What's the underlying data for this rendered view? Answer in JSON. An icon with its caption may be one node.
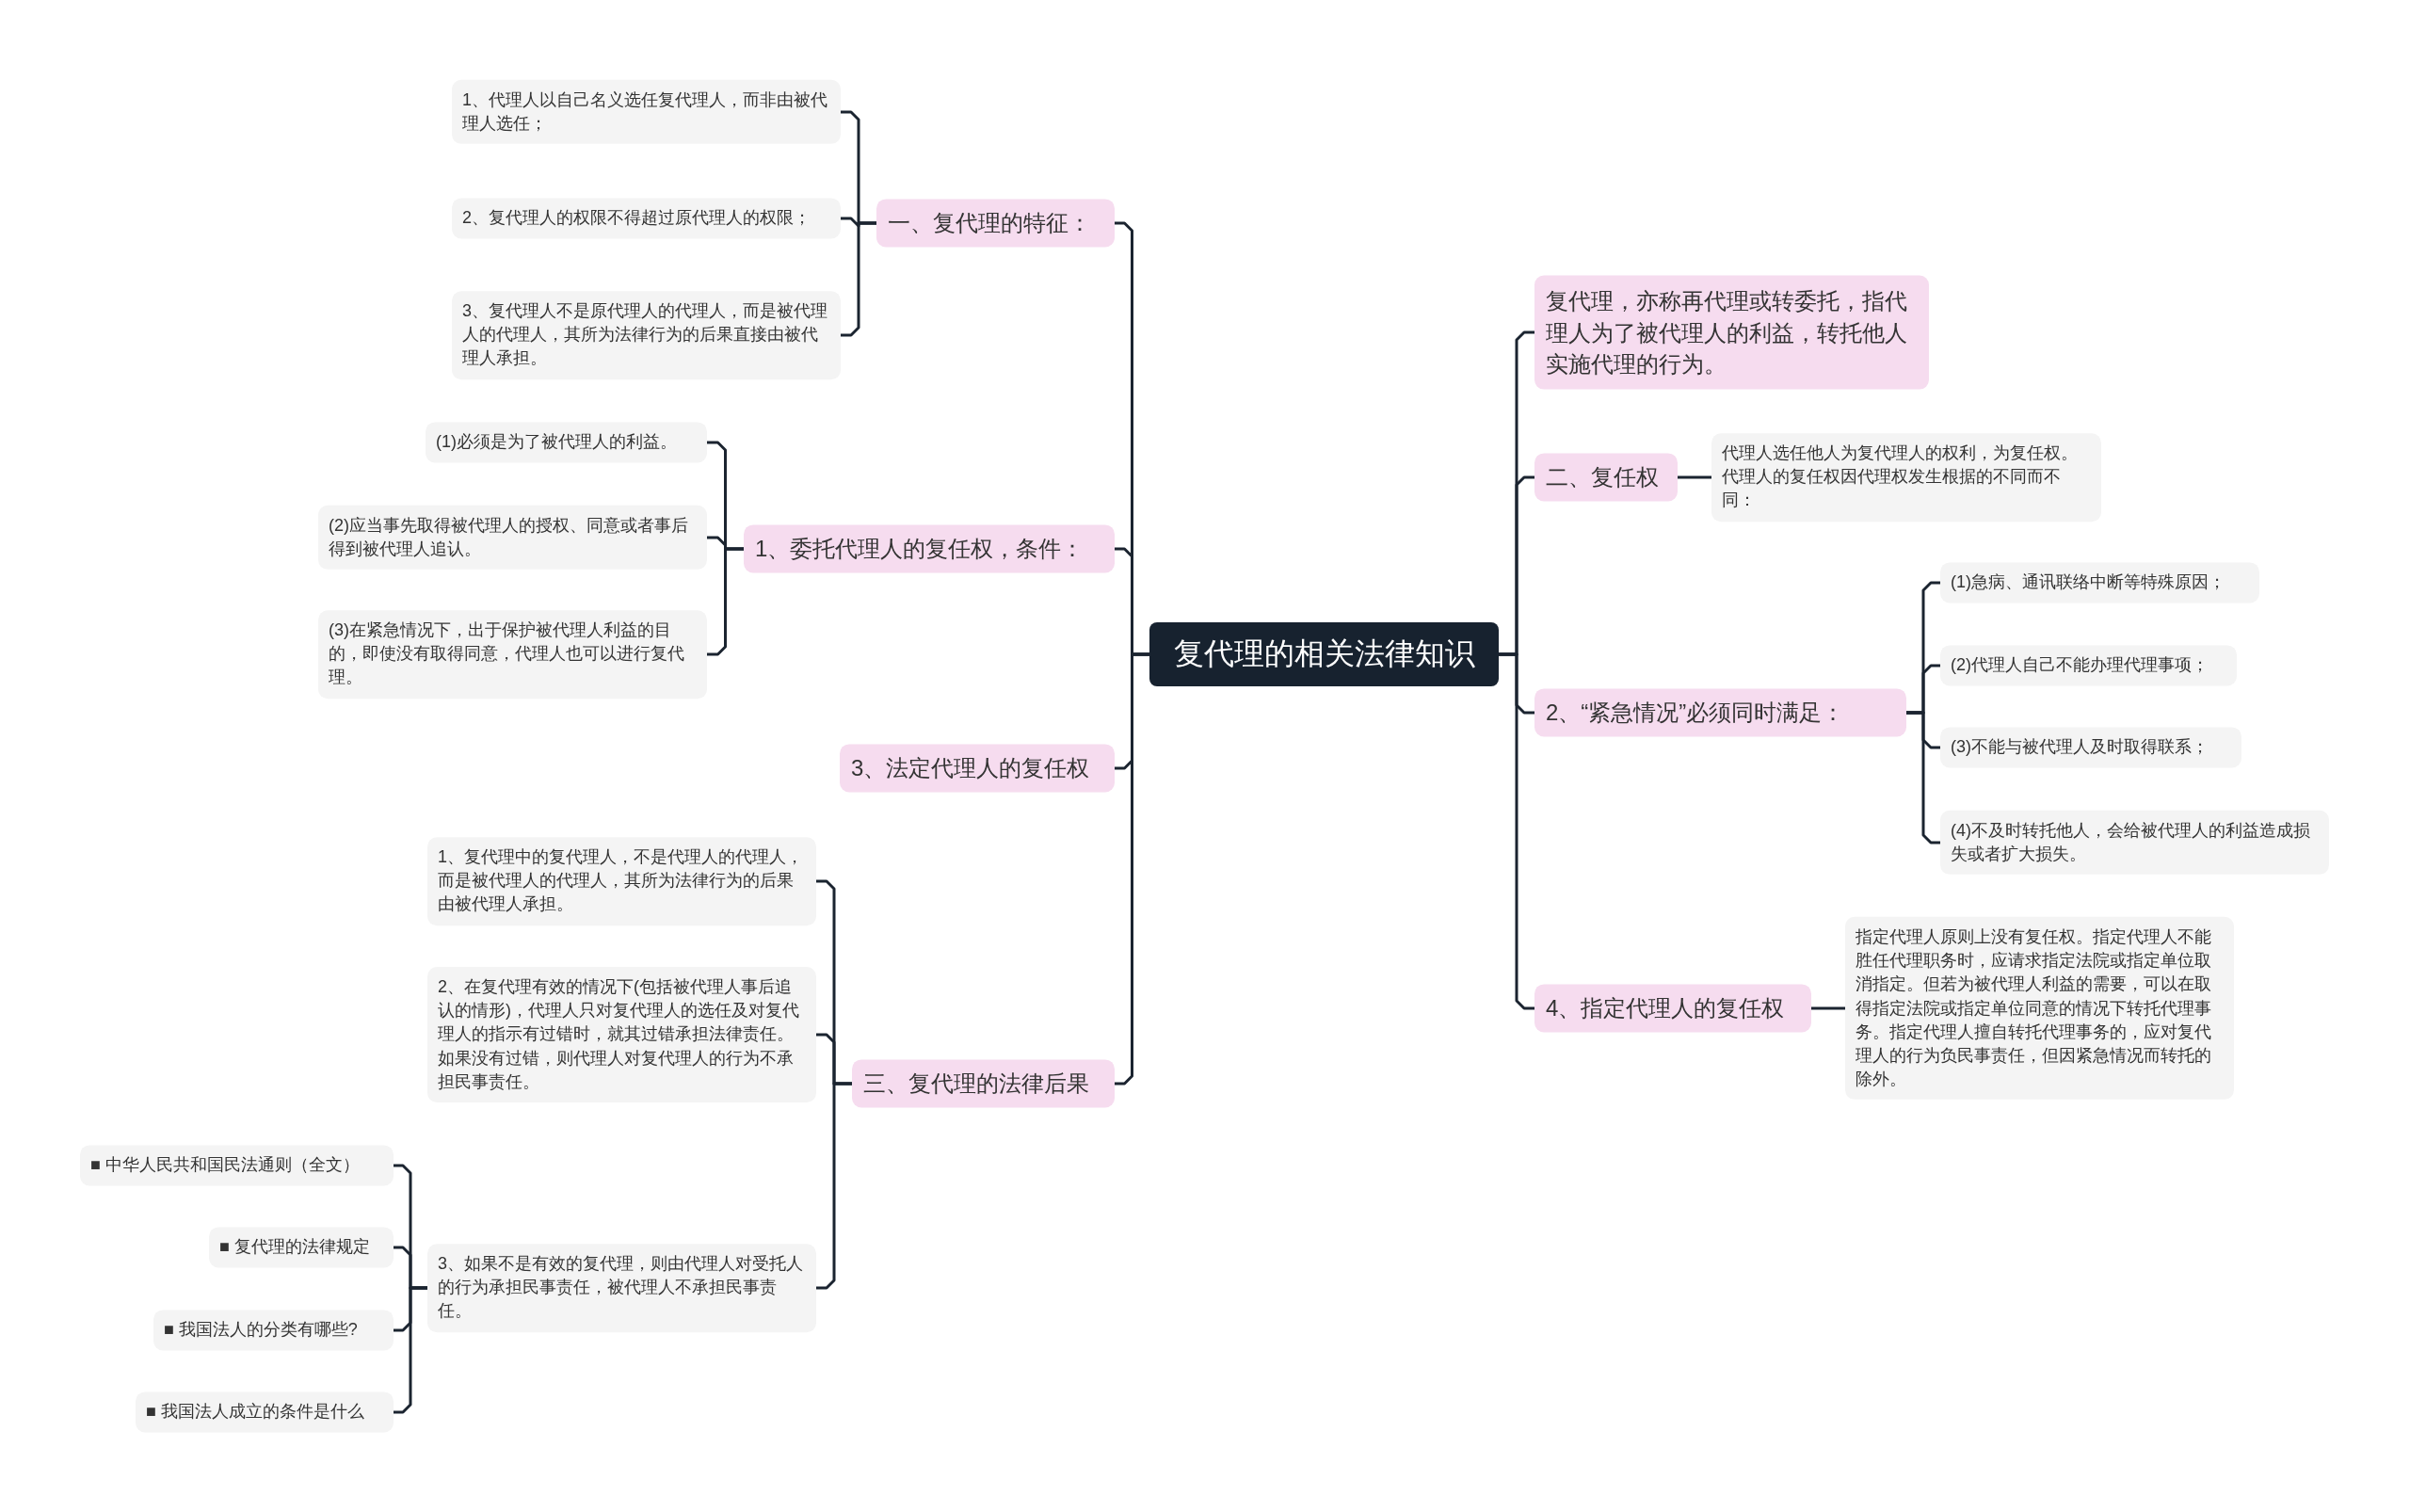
{
  "diagram": {
    "nodes": [
      {
        "text": [
          "复代理的相关法律知识"
        ]
      },
      {
        "text": [
          "一、复代理的特征："
        ]
      },
      {
        "text": [
          "1、代理人以自己名义选任复代理人，而非由被代理人选任；"
        ]
      },
      {
        "text": [
          "2、复代理人的权限不得超过原代理人的权限；"
        ]
      },
      {
        "text": [
          "3、复代理人不是原代理人的代理人，而是被代理人的代理人，其所为法律行为的后果直接由被代理人承担。"
        ]
      },
      {
        "text": [
          "1、委托代理人的复任权，条件："
        ]
      },
      {
        "text": [
          "(1)必须是为了被代理人的利益。"
        ]
      },
      {
        "text": [
          "(2)应当事先取得被代理人的授权、同意或者事后得到被代理人追认。"
        ]
      },
      {
        "text": [
          "(3)在紧急情况下，出于保护被代理人利益的目的，即使没有取得同意，代理人也可以进行复代理。"
        ]
      },
      {
        "text": [
          "3、法定代理人的复任权"
        ]
      },
      {
        "text": [
          "三、复代理的法律后果"
        ]
      },
      {
        "text": [
          "1、复代理中的复代理人，不是代理人的代理人，而是被代理人的代理人，其所为法律行为的后果由被代理人承担。"
        ]
      },
      {
        "text": [
          "2、在复代理有效的情况下(包括被代理人事后追认的情形)，代理人只对复代理人的选任及对复代理人的指示有过错时，就其过错承担法律责任。如果没有过错，则代理人对复代理人的行为不承担民事责任。"
        ]
      },
      {
        "text": [
          "3、如果不是有效的复代理，则由代理人对受托人的行为承担民事责任，被代理人不承担民事责任。"
        ]
      },
      {
        "text": [
          "■ 中华人民共和国民法通则（全文）"
        ]
      },
      {
        "text": [
          "■ 复代理的法律规定"
        ]
      },
      {
        "text": [
          "■ 我国法人的分类有哪些?"
        ]
      },
      {
        "text": [
          "■ 我国法人成立的条件是什么"
        ]
      },
      {
        "text": [
          "复代理，亦称再代理或转委托，指代理人为了被代理人的利益，转托他人实施代理的行为。"
        ]
      },
      {
        "text": [
          "二、复任权"
        ]
      },
      {
        "text": [
          "代理人选任他人为复代理人的权利，为复任权。代理人的复任权因代理权发生根据的不同而不同："
        ]
      },
      {
        "text": [
          "2、“紧急情况”必须同时满足："
        ]
      },
      {
        "text": [
          "(1)急病、通讯联络中断等特殊原因；"
        ]
      },
      {
        "text": [
          "(2)代理人自己不能办理代理事项；"
        ]
      },
      {
        "text": [
          "(3)不能与被代理人及时取得联系；"
        ]
      },
      {
        "text": [
          "(4)不及时转托他人，会给被代理人的利益造成损失或者扩大损失。"
        ]
      },
      {
        "text": [
          "4、指定代理人的复任权"
        ]
      },
      {
        "text": [
          "指定代理人原则上没有复任权。指定代理人不能胜任代理职务时，应请求指定法院或指定单位取消指定。但若为被代理人利益的需要，可以在取得指定法院或指定单位同意的情况下转托代理事务。指定代理人擅自转托代理事务的，应对复代理人的行为负民事责任，但因紧急情况而转托的除外。"
        ]
      }
    ],
    "edges": [
      {
        "from": 0,
        "to": 1,
        "arrow": "none"
      },
      {
        "from": 1,
        "to": 2,
        "arrow": "none"
      },
      {
        "from": 1,
        "to": 3,
        "arrow": "none"
      },
      {
        "from": 1,
        "to": 4,
        "arrow": "none"
      },
      {
        "from": 0,
        "to": 5,
        "arrow": "none"
      },
      {
        "from": 5,
        "to": 6,
        "arrow": "none"
      },
      {
        "from": 5,
        "to": 7,
        "arrow": "none"
      },
      {
        "from": 5,
        "to": 8,
        "arrow": "none"
      },
      {
        "from": 0,
        "to": 9,
        "arrow": "none"
      },
      {
        "from": 0,
        "to": 10,
        "arrow": "none"
      },
      {
        "from": 10,
        "to": 11,
        "arrow": "none"
      },
      {
        "from": 10,
        "to": 12,
        "arrow": "none"
      },
      {
        "from": 10,
        "to": 13,
        "arrow": "none"
      },
      {
        "from": 13,
        "to": 14,
        "arrow": "none"
      },
      {
        "from": 13,
        "to": 15,
        "arrow": "none"
      },
      {
        "from": 13,
        "to": 16,
        "arrow": "none"
      },
      {
        "from": 13,
        "to": 17,
        "arrow": "none"
      },
      {
        "from": 0,
        "to": 18,
        "arrow": "none"
      },
      {
        "from": 0,
        "to": 19,
        "arrow": "none"
      },
      {
        "from": 19,
        "to": 20,
        "arrow": "none"
      },
      {
        "from": 0,
        "to": 21,
        "arrow": "none"
      },
      {
        "from": 21,
        "to": 22,
        "arrow": "none"
      },
      {
        "from": 21,
        "to": 23,
        "arrow": "none"
      },
      {
        "from": 21,
        "to": 24,
        "arrow": "none"
      },
      {
        "from": 21,
        "to": 25,
        "arrow": "none"
      },
      {
        "from": 0,
        "to": 26,
        "arrow": "none"
      },
      {
        "from": 26,
        "to": 27,
        "arrow": "none"
      }
    ]
  }
}
